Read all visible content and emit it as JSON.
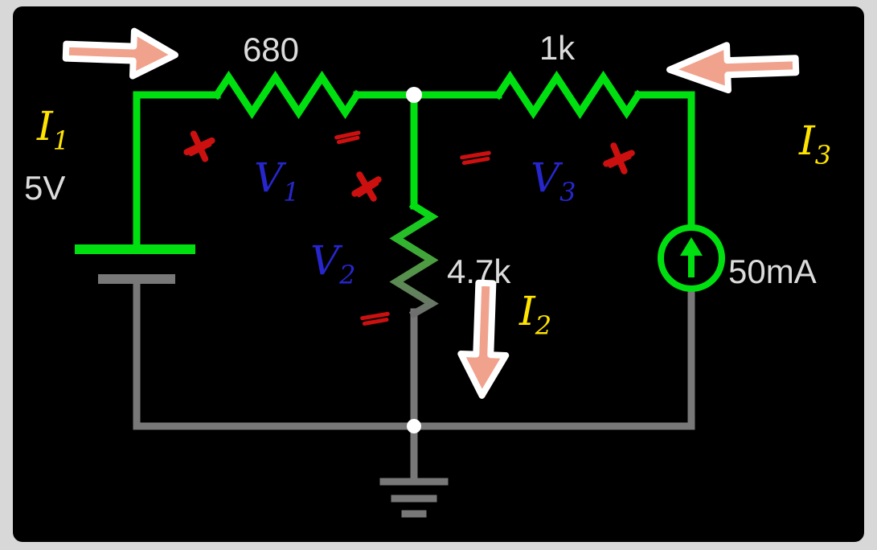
{
  "colors": {
    "page-bg": "#d8d8d8",
    "canvas-bg": "#000000",
    "wire-active": "#00e010",
    "wire-ground": "#787878",
    "node": "#ffffff",
    "component-label": "#dcdcdc",
    "current-label": "#ffe400",
    "voltage-label": "#2626cc",
    "annotation-red": "#cc1010",
    "arrow-fill": "#f0a28c",
    "arrow-outline": "#ffffff"
  },
  "components": {
    "resistor1": {
      "value": "680"
    },
    "resistor2": {
      "value": "1k"
    },
    "resistor3": {
      "value": "4.7k"
    },
    "battery": {
      "value": "5V"
    },
    "current_source": {
      "value": "50mA"
    }
  },
  "labels": {
    "i1": {
      "base": "I",
      "sub": "1"
    },
    "i2": {
      "base": "I",
      "sub": "2"
    },
    "i3": {
      "base": "I",
      "sub": "3"
    },
    "v1": {
      "base": "V",
      "sub": "1"
    },
    "v2": {
      "base": "V",
      "sub": "2"
    },
    "v3": {
      "base": "V",
      "sub": "3"
    }
  }
}
